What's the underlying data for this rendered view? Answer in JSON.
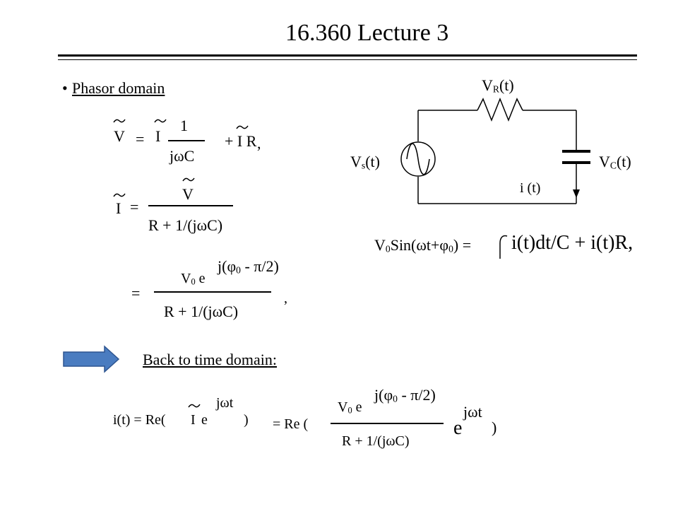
{
  "title": "16.360 Lecture 3",
  "bullet": {
    "symbol": "•",
    "label": "Phasor domain"
  },
  "eq1": {
    "lhs": "V",
    "eq": "=",
    "i": "I",
    "num": "1",
    "den": "jωC",
    "plus": "+ I R",
    "comma": ","
  },
  "eq2": {
    "lhs": "I",
    "eq": "=",
    "num": "V",
    "den": "R + 1/(jωC)"
  },
  "eq3": {
    "eq": "=",
    "num_base": "V",
    "num_sub": "0",
    "num_e": "e",
    "exp_pre": "j(φ",
    "exp_sub": "0",
    "exp_post": " - π/2)",
    "den": "R + 1/(jωC)",
    "comma": ","
  },
  "circuit": {
    "vr_base": "V",
    "vr_sub": "R",
    "vr_post": "(t)",
    "vs_base": "V",
    "vs_sub": "s",
    "vs_post": "(t)",
    "vc_base": "V",
    "vc_sub": "C",
    "vc_post": "(t)",
    "current": "i (t)"
  },
  "kvl": {
    "lhs_a": "V",
    "lhs_sub": "0",
    "lhs_b": "Sin(ωt+φ",
    "lhs_sub2": "0",
    "lhs_c": ") =",
    "rhs": "i(t)dt/C + i(t)R,"
  },
  "back": {
    "label": "Back to time domain:"
  },
  "eq4": {
    "lhs": "i(t) = Re(",
    "i": "I",
    "e": "e",
    "exp": "jωt",
    "close": ")"
  },
  "eq5": {
    "pre": "= Re (",
    "num_base": "V",
    "num_sub": "0",
    "num_e": "e",
    "exp_pre": "j(φ",
    "exp_sub": "0",
    "exp_post": " - π/2)",
    "den": "R + 1/(jωC)",
    "e": "e",
    "exp": "jωt",
    "close": ")"
  },
  "colors": {
    "arrow_fill": "#4a7cc0",
    "arrow_stroke": "#2e5590",
    "rule": "#000000"
  }
}
